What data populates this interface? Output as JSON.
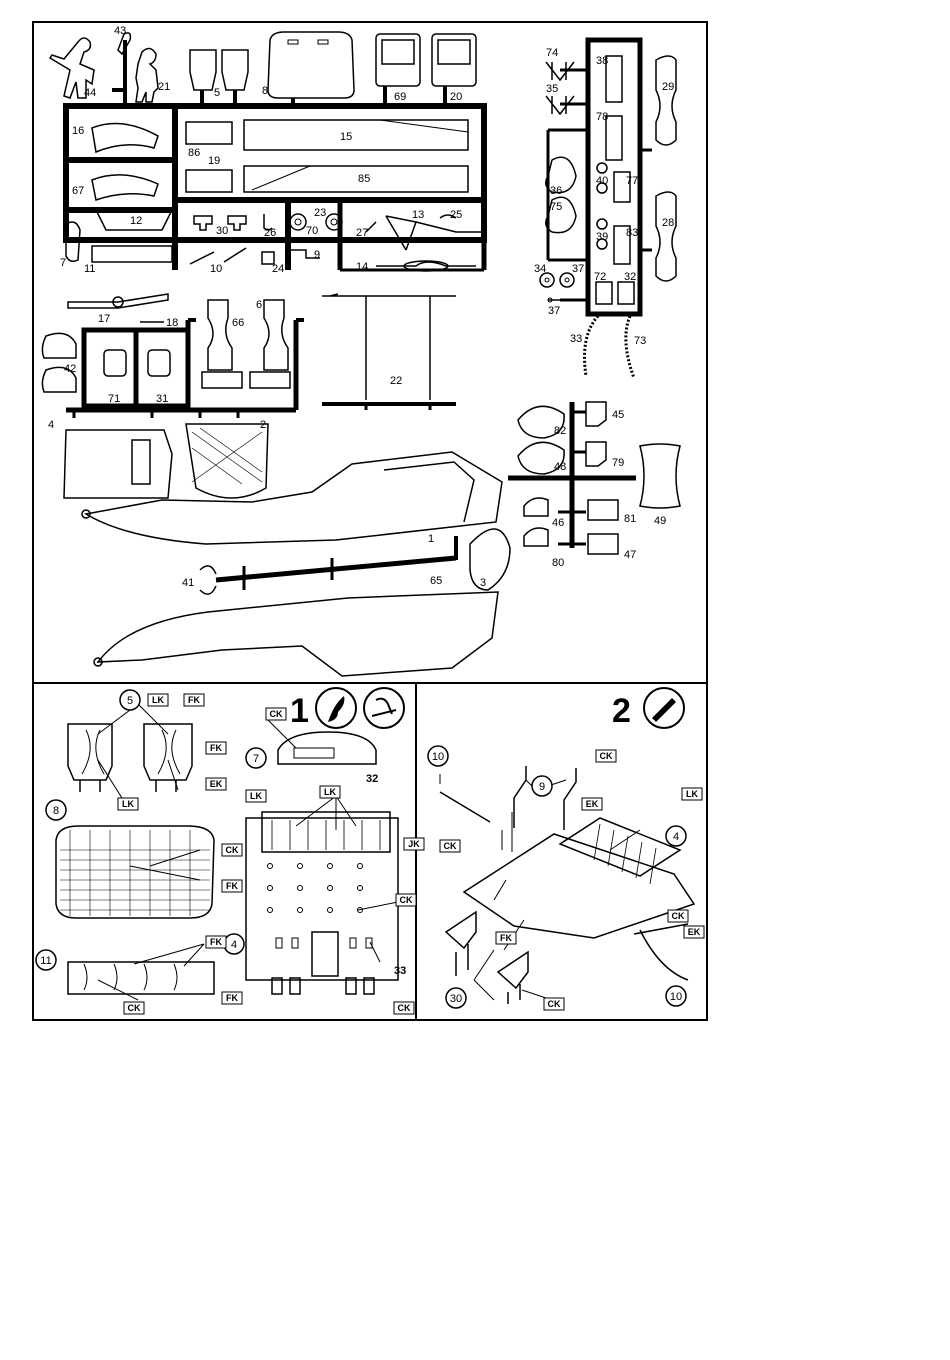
{
  "sprue_labels": {
    "p43": "43",
    "p44": "44",
    "p21": "21",
    "p5": "5",
    "p6b": "6",
    "p8": "8",
    "p69": "69",
    "p20": "20",
    "p16": "16",
    "p67": "67",
    "p86": "86",
    "p19": "19",
    "p15": "15",
    "p85": "85",
    "p12": "12",
    "p7": "7",
    "p11": "11",
    "p30": "30",
    "p26": "26",
    "p70": "70",
    "p23": "23",
    "p10": "10",
    "p24": "24",
    "p9": "9",
    "p13": "13",
    "p25": "25",
    "p27": "27",
    "p14": "14",
    "p74": "74",
    "p35": "35",
    "p38": "38",
    "p29": "29",
    "p78": "78",
    "p36": "36",
    "p40": "40",
    "p77": "77",
    "p75": "75",
    "p39": "39",
    "p83": "83",
    "p28": "28",
    "p34": "34",
    "p37a": "37",
    "p72": "72",
    "p32": "32",
    "p37b": "37",
    "p33": "33",
    "p73": "73",
    "p17": "17",
    "p18": "18",
    "p66": "66",
    "p6": "6",
    "p42": "42",
    "p71": "71",
    "p31": "31",
    "p22": "22",
    "p4": "4",
    "p2": "2",
    "p82": "82",
    "p45": "45",
    "p48": "48",
    "p79": "79",
    "p49": "49",
    "p46": "46",
    "p81": "81",
    "p80": "80",
    "p47": "47",
    "p1": "1",
    "p41": "41",
    "p65": "65",
    "p3": "3"
  },
  "step1": {
    "number": "1",
    "callouts": {
      "c5": "5",
      "c7": "7",
      "c32": "32",
      "c8": "8",
      "c4": "4",
      "c11": "11",
      "c33": "33"
    },
    "codes": [
      "CK",
      "FK",
      "EK",
      "CK",
      "LK",
      "JK"
    ]
  },
  "step2": {
    "number": "2",
    "callouts": {
      "c10a": "10",
      "c9": "9",
      "c4": "4",
      "c30": "30",
      "c10b": "10"
    },
    "codes": [
      "CK",
      "FK",
      "EK",
      "LK"
    ]
  },
  "icons": [
    "glue-tube-icon",
    "tools-icon",
    "paint-brush-icon"
  ]
}
